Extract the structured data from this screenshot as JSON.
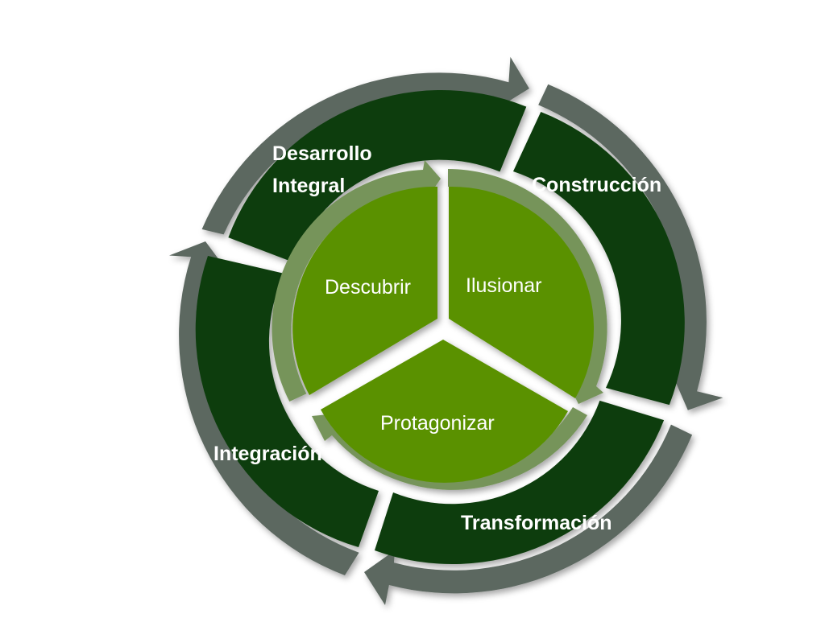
{
  "colors": {
    "outer_arc": "#5c6760",
    "outer_segment": "#0b3d0b",
    "inner_ring": "#76945a",
    "inner_segment": "#5a9100",
    "gap": "#ffffff",
    "label": "#ffffff"
  },
  "outer_cycle": {
    "segments": [
      {
        "id": "desarrollo-integral",
        "label_lines": [
          "Desarrollo",
          "Integral"
        ]
      },
      {
        "id": "construccion",
        "label_lines": [
          "Construcción"
        ]
      },
      {
        "id": "transformacion",
        "label_lines": [
          "Transformación"
        ]
      },
      {
        "id": "integracion",
        "label_lines": [
          "Integración"
        ]
      }
    ]
  },
  "inner_cycle": {
    "segments": [
      {
        "id": "descubrir",
        "label": "Descubrir"
      },
      {
        "id": "ilusionar",
        "label": "Ilusionar"
      },
      {
        "id": "protagonizar",
        "label": "Protagonizar"
      }
    ]
  }
}
